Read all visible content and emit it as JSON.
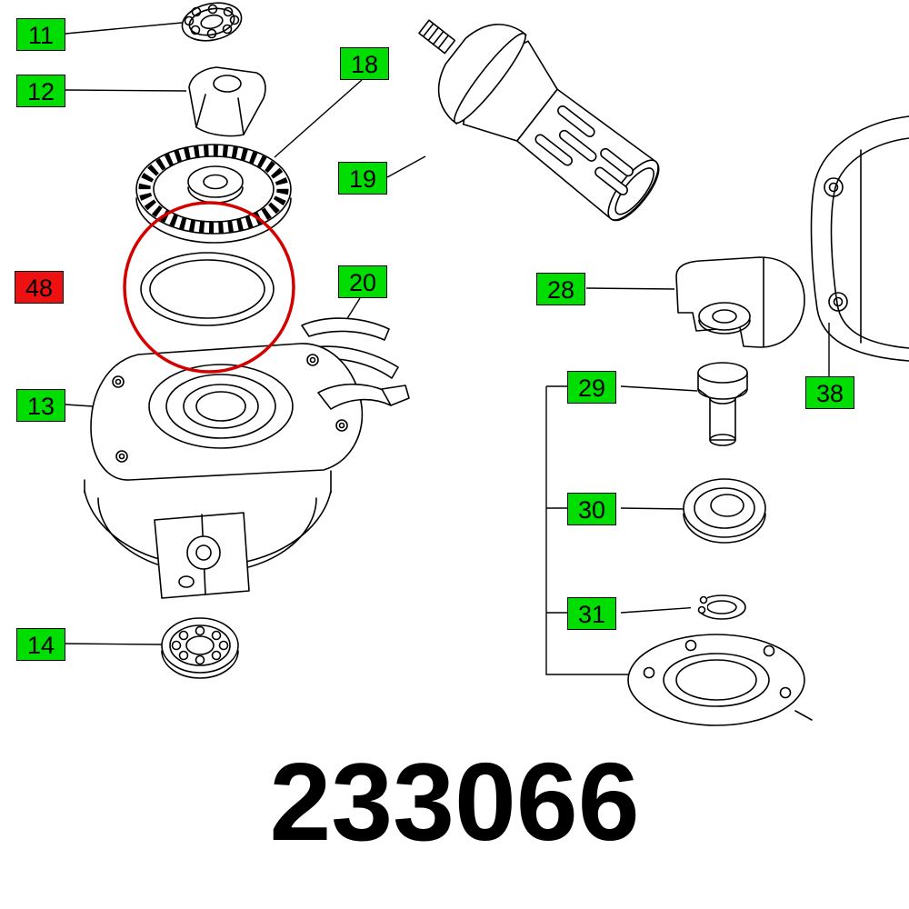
{
  "part_number": "233066",
  "highlighted_label": "48",
  "colors": {
    "label_green": "#00dd00",
    "label_red": "#ee1111",
    "highlight_circle": "#d40000",
    "line": "#000000",
    "background": "#ffffff"
  },
  "labels": [
    {
      "text": "11",
      "variant": "green"
    },
    {
      "text": "12",
      "variant": "green"
    },
    {
      "text": "18",
      "variant": "green"
    },
    {
      "text": "19",
      "variant": "green"
    },
    {
      "text": "48",
      "variant": "red"
    },
    {
      "text": "20",
      "variant": "green"
    },
    {
      "text": "28",
      "variant": "green"
    },
    {
      "text": "13",
      "variant": "green"
    },
    {
      "text": "29",
      "variant": "green"
    },
    {
      "text": "38",
      "variant": "green"
    },
    {
      "text": "30",
      "variant": "green"
    },
    {
      "text": "31",
      "variant": "green"
    },
    {
      "text": "14",
      "variant": "green"
    }
  ]
}
